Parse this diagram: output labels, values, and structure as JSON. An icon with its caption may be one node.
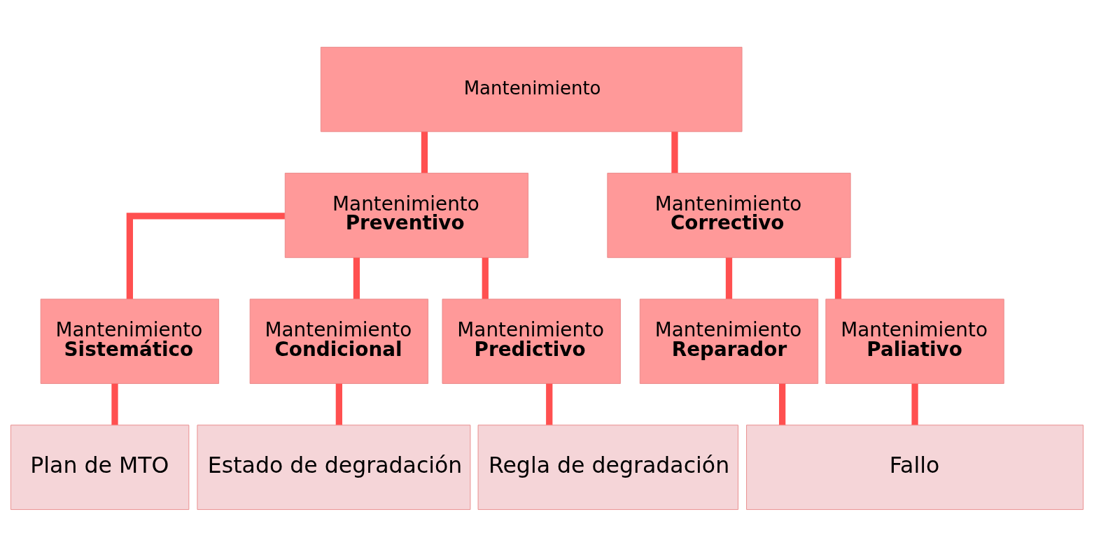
{
  "diagram": {
    "nodes": [
      {
        "text": [
          "Mantenimiento"
        ]
      },
      {
        "text": [
          "Mantenimiento",
          "Preventivo"
        ]
      },
      {
        "text": [
          "Mantenimiento",
          "Correctivo"
        ]
      },
      {
        "text": [
          "Mantenimiento",
          "Sistemático"
        ]
      },
      {
        "text": [
          "Mantenimiento",
          "Condicional"
        ]
      },
      {
        "text": [
          "Mantenimiento",
          "Predictivo"
        ]
      },
      {
        "text": [
          "Mantenimiento",
          "Reparador"
        ]
      },
      {
        "text": [
          "Mantenimiento",
          "Paliativo"
        ]
      },
      {
        "text": [
          "Plan de MTO"
        ]
      },
      {
        "text": [
          "Estado de degradación"
        ]
      },
      {
        "text": [
          "Regla de degradación"
        ]
      },
      {
        "text": [
          "Fallo"
        ]
      }
    ],
    "edges": [
      {
        "from": 0,
        "to": 1,
        "arrow": "none"
      },
      {
        "from": 0,
        "to": 2,
        "arrow": "none"
      },
      {
        "from": 1,
        "to": 3,
        "arrow": "none"
      },
      {
        "from": 1,
        "to": 4,
        "arrow": "none"
      },
      {
        "from": 1,
        "to": 5,
        "arrow": "none"
      },
      {
        "from": 2,
        "to": 6,
        "arrow": "none"
      },
      {
        "from": 2,
        "to": 7,
        "arrow": "none"
      },
      {
        "from": 3,
        "to": 8,
        "arrow": "none"
      },
      {
        "from": 4,
        "to": 9,
        "arrow": "none"
      },
      {
        "from": 5,
        "to": 10,
        "arrow": "none"
      },
      {
        "from": 6,
        "to": 11,
        "arrow": "none"
      },
      {
        "from": 7,
        "to": 11,
        "arrow": "none"
      }
    ]
  }
}
